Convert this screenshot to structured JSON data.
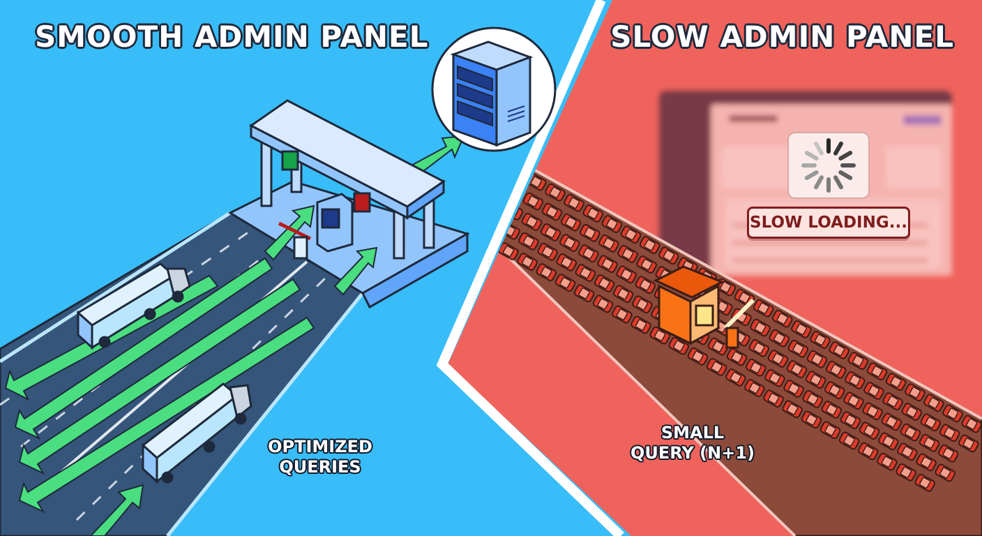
{
  "left_panel": {
    "title": "SMOOTH ADMIN PANEL",
    "caption_lines": [
      "OPTIMIZED",
      "QUERIES"
    ],
    "icons": [
      "server-icon",
      "toll-booth-icon",
      "truck-icon",
      "green-arrow-icon"
    ]
  },
  "right_panel": {
    "title": "SLOW ADMIN PANEL",
    "loading_label": "SLOW LOADING...",
    "caption_lines": [
      "SMALL",
      "QUERY (N+1)"
    ],
    "icons": [
      "loading-spinner-icon",
      "toll-booth-icon",
      "car-icon"
    ]
  },
  "colors": {
    "left_background": "#38bdf8",
    "right_background": "#f0635d",
    "flow_arrow": "#4ade80",
    "outline": "#1e293b",
    "car": "#dc3b2b"
  }
}
